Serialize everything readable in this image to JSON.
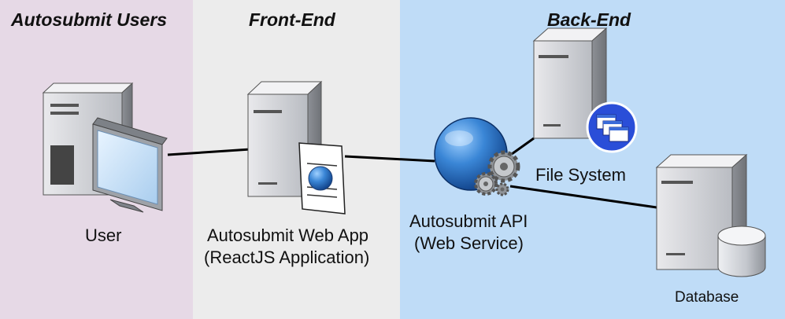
{
  "lanes": [
    {
      "title": "Autosubmit Users",
      "color": "#e6d9e6"
    },
    {
      "title": "Front-End",
      "color": "#ececec"
    },
    {
      "title": "Back-End",
      "color": "#bfdcf7"
    }
  ],
  "nodes": {
    "user": {
      "label": "User",
      "icon": "desktop-computer-icon"
    },
    "webapp": {
      "label_line1": "Autosubmit Web App",
      "label_line2": "(ReactJS Application)",
      "icon": "web-server-icon"
    },
    "api": {
      "label_line1": "Autosubmit API",
      "label_line2": "(Web Service)",
      "icon": "globe-gears-icon"
    },
    "filesystem": {
      "label": "File System",
      "icon": "file-server-icon"
    },
    "database": {
      "label": "Database",
      "icon": "database-server-icon"
    }
  },
  "connections": [
    {
      "from": "User",
      "to": "Autosubmit Web App"
    },
    {
      "from": "Autosubmit Web App",
      "to": "Autosubmit API"
    },
    {
      "from": "Autosubmit API",
      "to": "File System"
    },
    {
      "from": "Autosubmit API",
      "to": "Database"
    }
  ]
}
